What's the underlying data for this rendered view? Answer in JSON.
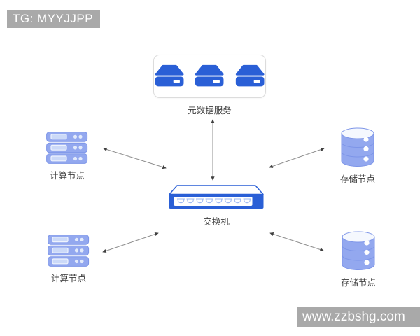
{
  "colors": {
    "primary_blue": "#2a5fd6",
    "node_blue": "#93a8ef",
    "node_blue_border": "#7d95e8",
    "watermark_gray": "#a9a9a9",
    "label_color": "#3c3c3c",
    "arrow_color": "#8f8f8f"
  },
  "watermarks": {
    "tg_badge": "TG: MYYJJPP",
    "website": "www.zzbshg.com"
  },
  "diagram": {
    "metadata_service": {
      "label": "元数据服务",
      "icon_count": 3
    },
    "switch": {
      "label": "交换机",
      "port_count": 8
    },
    "compute_top": {
      "label": "计算节点"
    },
    "compute_bottom": {
      "label": "计算节点"
    },
    "storage_top": {
      "label": "存储节点"
    },
    "storage_bottom": {
      "label": "存储节点"
    },
    "connections": [
      {
        "from": "metadata_service",
        "to": "switch",
        "bidirectional": true
      },
      {
        "from": "compute_top",
        "to": "switch",
        "bidirectional": true
      },
      {
        "from": "storage_top",
        "to": "switch",
        "bidirectional": true
      },
      {
        "from": "compute_bottom",
        "to": "switch",
        "bidirectional": true
      },
      {
        "from": "storage_bottom",
        "to": "switch",
        "bidirectional": true
      }
    ]
  }
}
